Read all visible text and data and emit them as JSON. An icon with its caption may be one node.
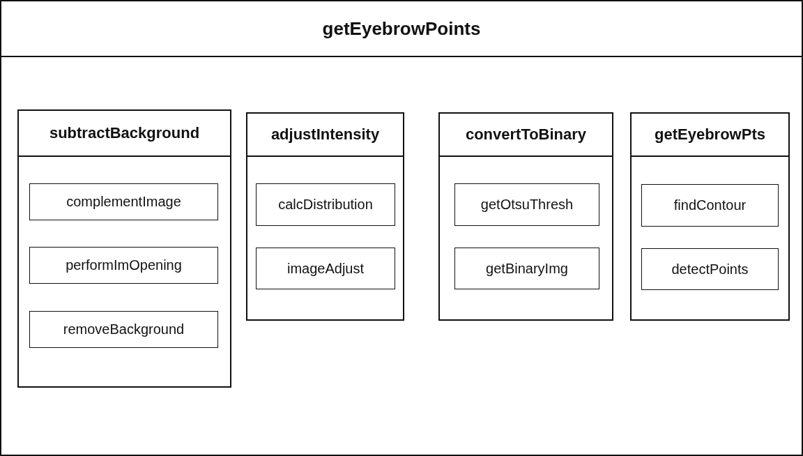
{
  "diagram": {
    "nodes": [
      {
        "text": [
          "getEyebrowPoints"
        ]
      },
      {
        "text": [
          "subtractBackground"
        ],
        "in": 0
      },
      {
        "text": [
          "complementImage"
        ],
        "in": 1
      },
      {
        "text": [
          "performImOpening"
        ],
        "in": 1
      },
      {
        "text": [
          "removeBackground"
        ],
        "in": 1
      },
      {
        "text": [
          "adjustIntensity"
        ],
        "in": 0
      },
      {
        "text": [
          "calcDistribution"
        ],
        "in": 5
      },
      {
        "text": [
          "imageAdjust"
        ],
        "in": 5
      },
      {
        "text": [
          "convertToBinary"
        ],
        "in": 0
      },
      {
        "text": [
          "getOtsuThresh"
        ],
        "in": 8
      },
      {
        "text": [
          "getBinaryImg"
        ],
        "in": 8
      },
      {
        "text": [
          "getEyebrowPts"
        ],
        "in": 0
      },
      {
        "text": [
          "findContour"
        ],
        "in": 11
      },
      {
        "text": [
          "detectPoints"
        ],
        "in": 11
      }
    ]
  }
}
